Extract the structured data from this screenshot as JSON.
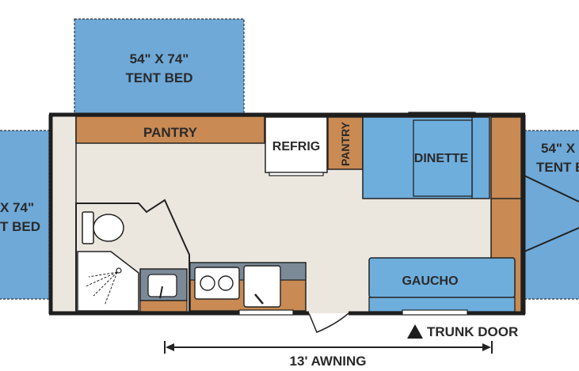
{
  "labels": {
    "tent_bed_top_line1": "54\" X 74\"",
    "tent_bed_top_line2": "TENT BED",
    "tent_bed_left_line1": "X 74\"",
    "tent_bed_left_line2": "T BED",
    "tent_bed_right_line1": "54\" X",
    "tent_bed_right_line2": "TENT B",
    "pantry_main": "PANTRY",
    "refrig": "REFRIG",
    "pantry_small": "PANTRY",
    "dinette": "DINETTE",
    "gaucho": "GAUCHO",
    "trunk_door": "TRUNK DOOR",
    "awning": "13' AWNING"
  },
  "colors": {
    "tent_blue": "#6ea9d8",
    "furniture_blue": "#6eaedd",
    "wood": "#c98a53",
    "floor": "#ebe7df",
    "wall": "#1e1e1e",
    "text": "#2a2a2a",
    "counter_gray": "#7c8a98"
  }
}
